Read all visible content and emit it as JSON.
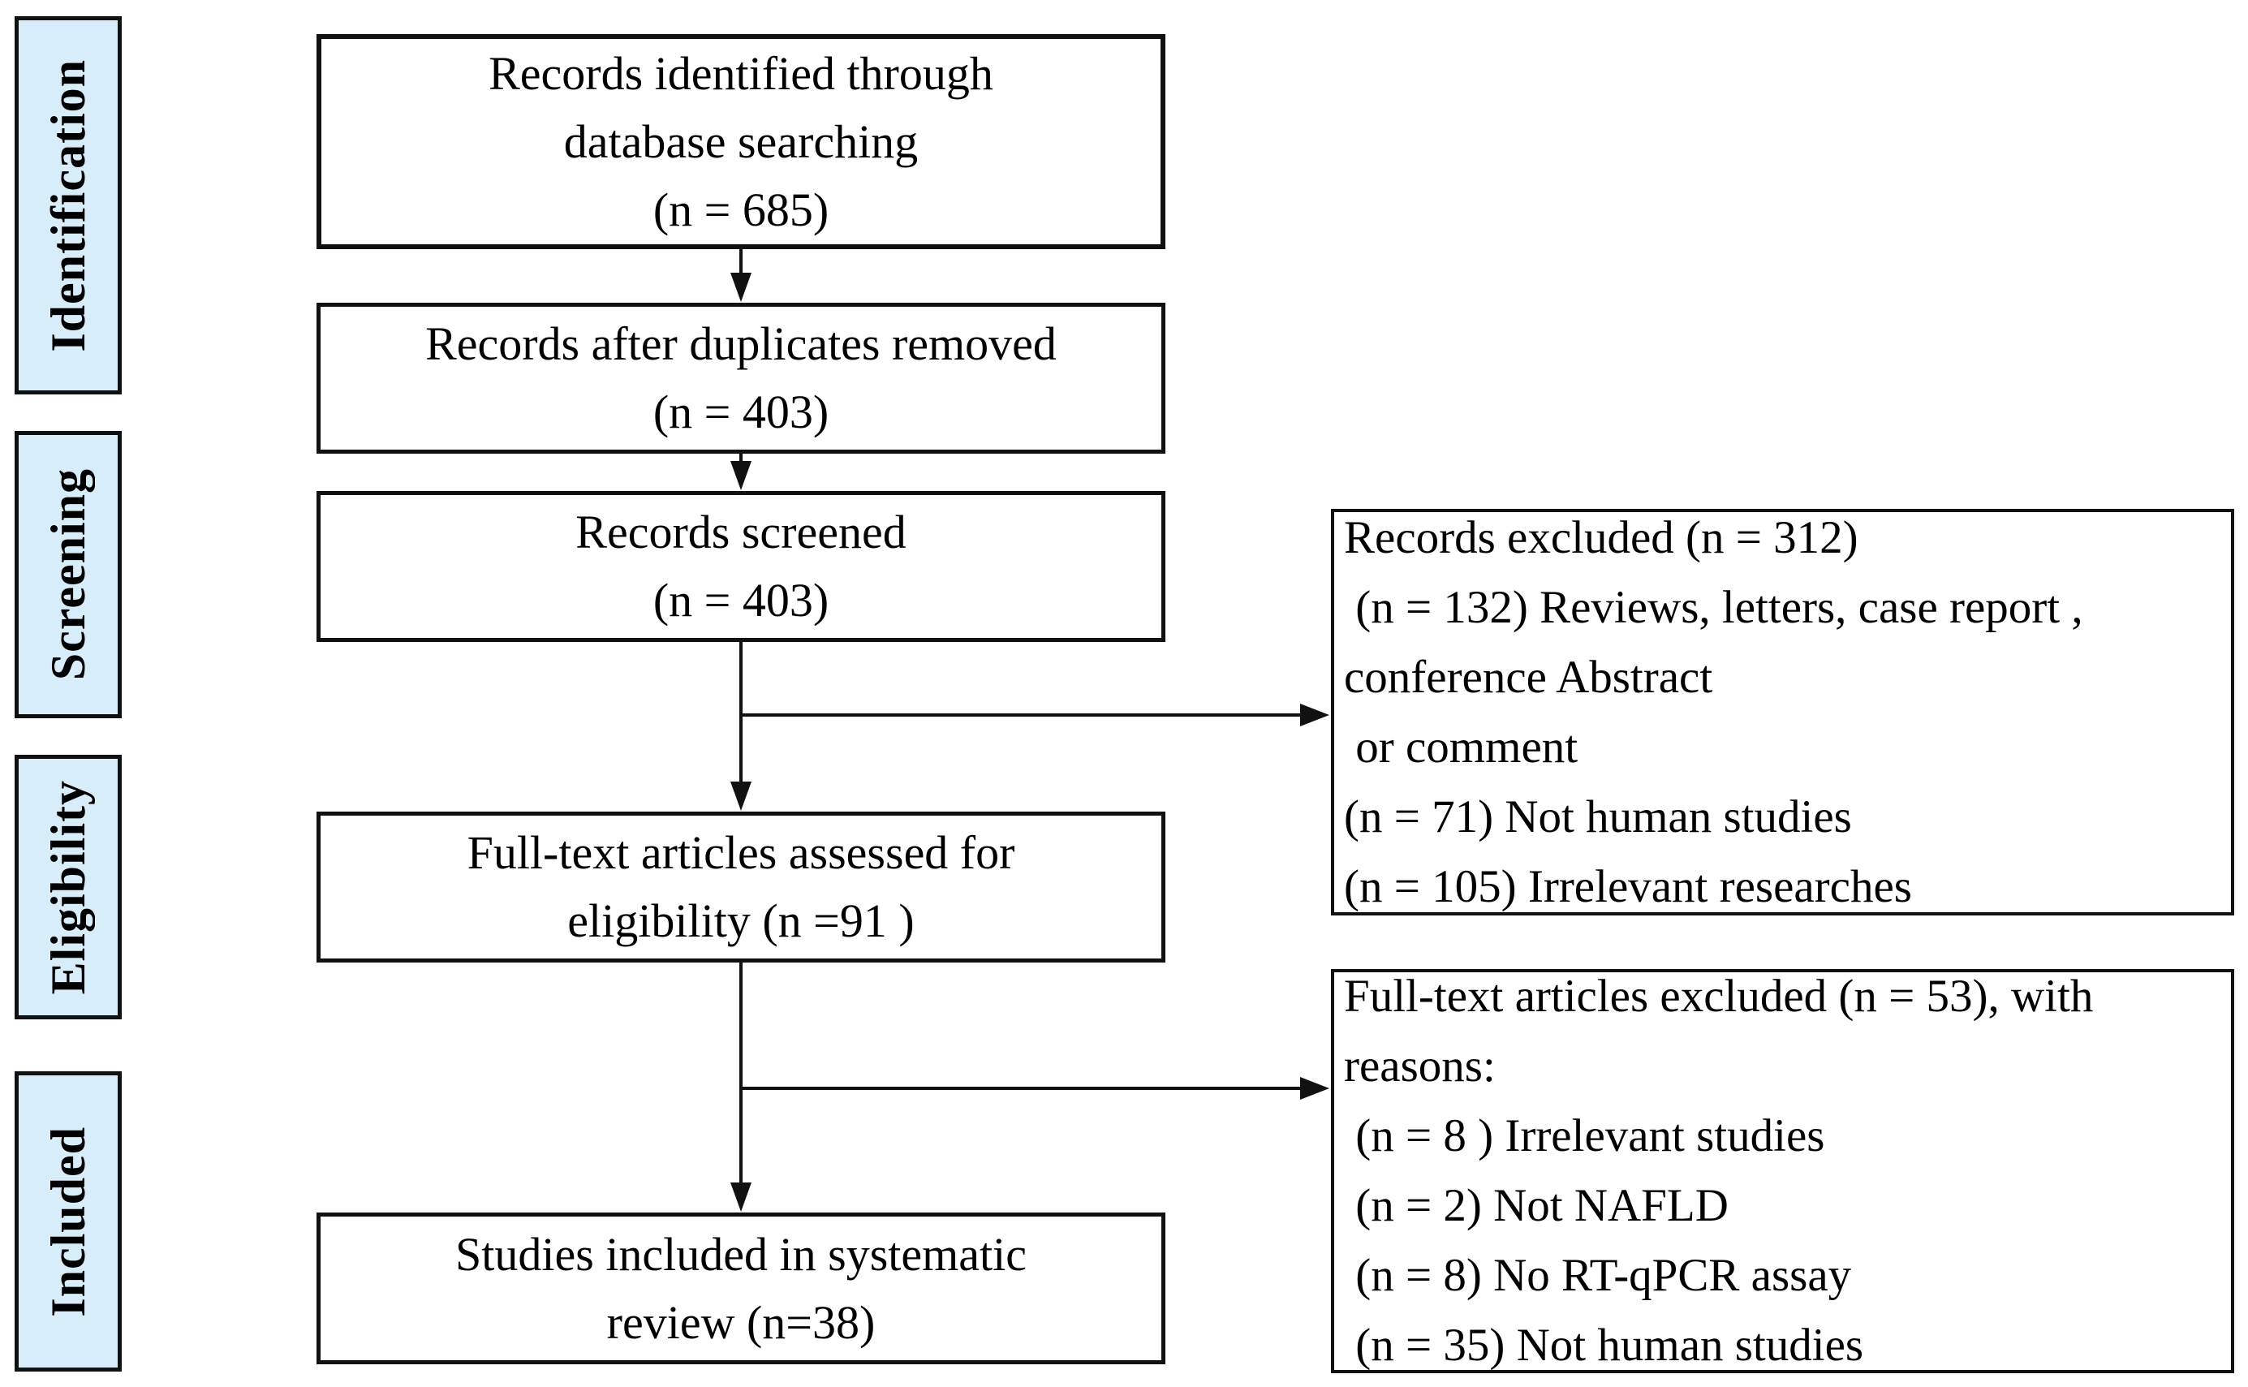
{
  "colors": {
    "stage_fill": "#d7edf9",
    "line": "#111111",
    "background": "#ffffff"
  },
  "stages": [
    {
      "label": "Identification"
    },
    {
      "label": "Screening"
    },
    {
      "label": "Eligibility"
    },
    {
      "label": "Included"
    }
  ],
  "flow_boxes": [
    {
      "name": "records-identified",
      "lines": [
        "Records identified through",
        "database searching",
        "(n = 685)"
      ]
    },
    {
      "name": "duplicates-removed",
      "lines": [
        "Records after duplicates removed",
        "(n = 403)"
      ]
    },
    {
      "name": "records-screened",
      "lines": [
        "Records screened",
        "(n = 403)"
      ]
    },
    {
      "name": "fulltext-assessed",
      "lines": [
        "Full-text articles assessed for",
        "eligibility (n =91 )"
      ]
    },
    {
      "name": "studies-included",
      "lines": [
        "Studies included in systematic",
        "review (n=38)"
      ]
    }
  ],
  "exclusion_boxes": [
    {
      "name": "records-excluded",
      "lines": [
        "Records excluded (n = 312)",
        " (n = 132) Reviews, letters, case report ,",
        "conference Abstract",
        " or comment",
        "(n = 71) Not human studies",
        "(n = 105) Irrelevant researches"
      ]
    },
    {
      "name": "fulltext-excluded",
      "lines": [
        "Full-text articles excluded (n = 53), with",
        "reasons:",
        " (n = 8 ) Irrelevant studies",
        " (n = 2) Not NAFLD",
        " (n = 8) No RT-qPCR assay",
        " (n = 35) Not human studies"
      ]
    }
  ]
}
